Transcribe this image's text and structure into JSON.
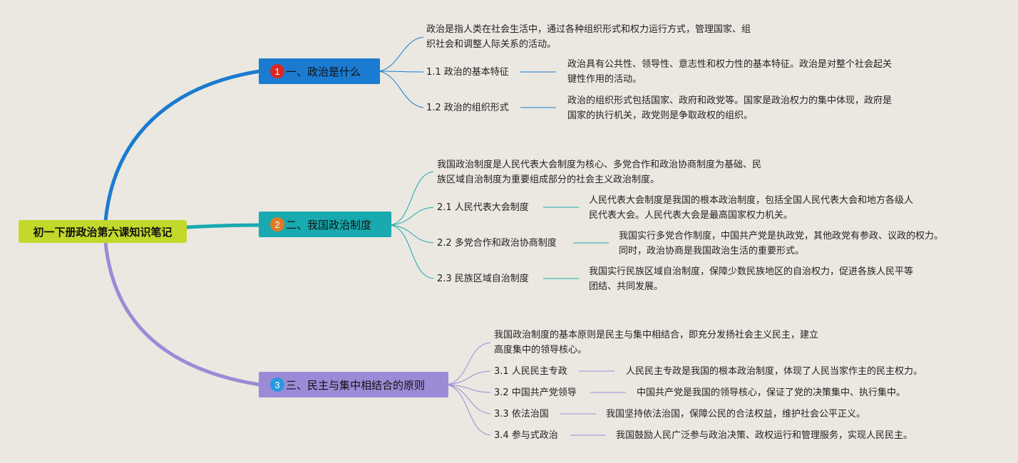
{
  "root": {
    "label": "初一下册政治第六课知识笔记"
  },
  "colors": {
    "background": "#ebe8e1",
    "root": "#c3d82a",
    "branch1": "#1a7bd0",
    "branch2": "#18aab0",
    "branch3": "#9b8bd6",
    "badge1": "#d9281f",
    "badge2": "#e27a24",
    "badge3": "#2a98e0"
  },
  "branches": [
    {
      "badge": "1",
      "label": "一、政治是什么",
      "summary": [
        "政治是指人类在社会生活中，通过各种组织形式和权力运行方式，管理国家、组",
        "织社会和调整人际关系的活动。"
      ],
      "items": [
        {
          "label": "1.1 政治的基本特征",
          "detail": [
            "政治具有公共性、领导性、意志性和权力性的基本特征。政治是对整个社会起关",
            "键性作用的活动。"
          ]
        },
        {
          "label": "1.2 政治的组织形式",
          "detail": [
            "政治的组织形式包括国家、政府和政党等。国家是政治权力的集中体现，政府是",
            "国家的执行机关，政党则是争取政权的组织。"
          ]
        }
      ]
    },
    {
      "badge": "2",
      "label": "二、我国政治制度",
      "summary": [
        "我国政治制度是人民代表大会制度为核心、多党合作和政治协商制度为基础、民",
        "族区域自治制度为重要组成部分的社会主义政治制度。"
      ],
      "items": [
        {
          "label": "2.1 人民代表大会制度",
          "detail": [
            "人民代表大会制度是我国的根本政治制度，包括全国人民代表大会和地方各级人",
            "民代表大会。人民代表大会是最高国家权力机关。"
          ]
        },
        {
          "label": "2.2 多党合作和政治协商制度",
          "detail": [
            "我国实行多党合作制度，中国共产党是执政党，其他政党有参政、议政的权力。",
            "同时，政治协商是我国政治生活的重要形式。"
          ]
        },
        {
          "label": "2.3 民族区域自治制度",
          "detail": [
            "我国实行民族区域自治制度，保障少数民族地区的自治权力，促进各族人民平等",
            "团结、共同发展。"
          ]
        }
      ]
    },
    {
      "badge": "3",
      "label": "三、民主与集中相结合的原则",
      "summary": [
        "我国政治制度的基本原则是民主与集中相结合，即充分发扬社会主义民主，建立",
        "高度集中的领导核心。"
      ],
      "items": [
        {
          "label": "3.1 人民民主专政",
          "detail": [
            "人民民主专政是我国的根本政治制度，体现了人民当家作主的民主权力。"
          ]
        },
        {
          "label": "3.2 中国共产党领导",
          "detail": [
            "中国共产党是我国的领导核心，保证了党的决策集中、执行集中。"
          ]
        },
        {
          "label": "3.3 依法治国",
          "detail": [
            "我国坚持依法治国，保障公民的合法权益，维护社会公平正义。"
          ]
        },
        {
          "label": "3.4 参与式政治",
          "detail": [
            "我国鼓励人民广泛参与政治决策、政权运行和管理服务，实现人民民主。"
          ]
        }
      ]
    }
  ]
}
